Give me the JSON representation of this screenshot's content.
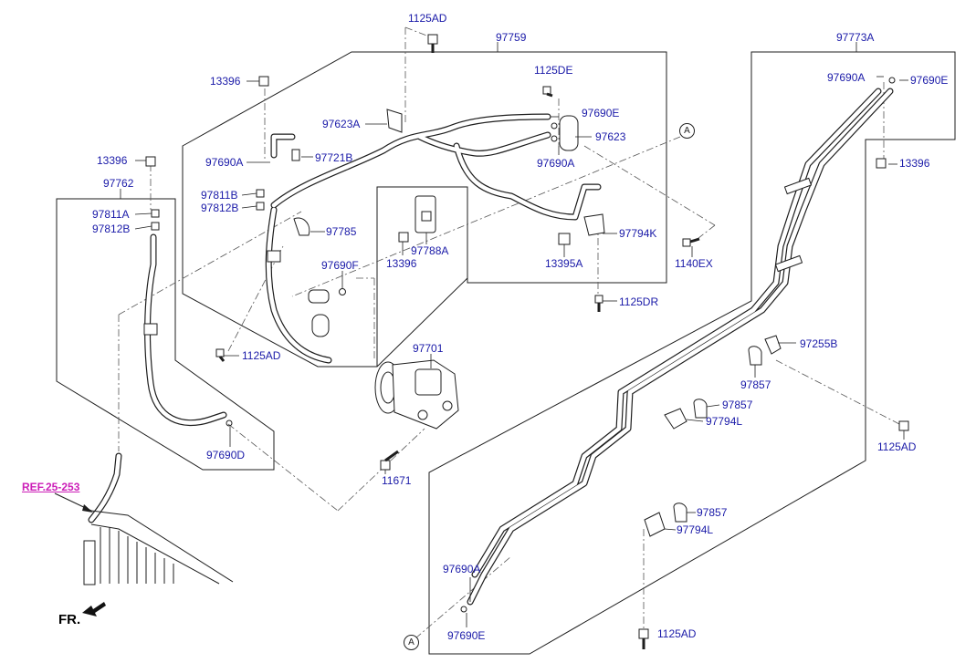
{
  "colors": {
    "label": "#1a1aa8",
    "reference": "#cc1fb8",
    "line": "#1e1e1e",
    "background": "#ffffff"
  },
  "labels": {
    "p1125AD_top": "1125AD",
    "p97759": "97759",
    "p97773A": "97773A",
    "p13396_a": "13396",
    "p1125DE": "1125DE",
    "p97690A_r": "97690A",
    "p97690E_r": "97690E",
    "p97623A": "97623A",
    "p97690E_m": "97690E",
    "p97623": "97623",
    "circleA_top": "A",
    "p13396_b": "13396",
    "p97690A_l": "97690A",
    "p97721B": "97721B",
    "p97690A_m": "97690A",
    "p13396_r": "13396",
    "p97762": "97762",
    "p97811B": "97811B",
    "p97812B_a": "97812B",
    "p97811A": "97811A",
    "p97812B_b": "97812B",
    "p97785": "97785",
    "p97788A": "97788A",
    "p97794K_a": "97794K",
    "p13396_c": "13396",
    "p13395A": "13395A",
    "p1140EX": "1140EX",
    "p97690F": "97690F",
    "p1125DR": "1125DR",
    "p1125AD_l": "1125AD",
    "p97701": "97701",
    "p97255B": "97255B",
    "p97857_a": "97857",
    "p97857_b": "97857",
    "p97794L_a": "97794L",
    "p1125AD_r": "1125AD",
    "p97690D": "97690D",
    "p11671": "11671",
    "ref": "REF.25-253",
    "p97857_c": "97857",
    "p97794L_b": "97794L",
    "p97690A_b": "97690A",
    "fr": "FR.",
    "circleA_bot": "A",
    "p97690E_b": "97690E",
    "p1125AD_b": "1125AD"
  }
}
